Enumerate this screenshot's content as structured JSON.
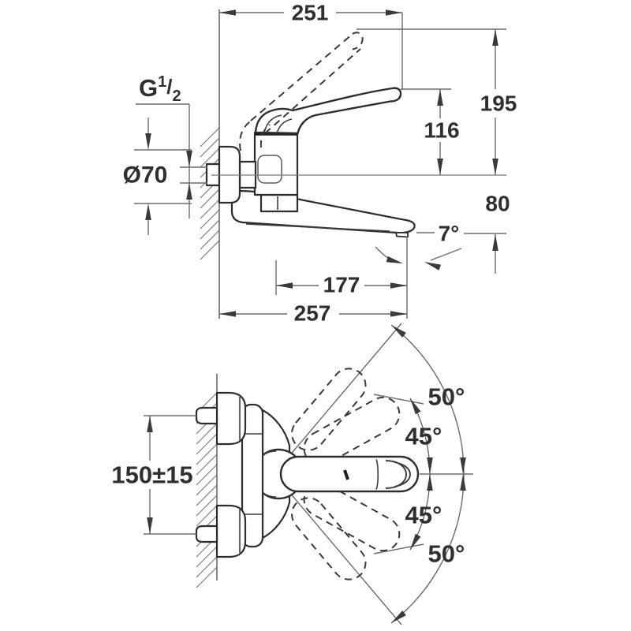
{
  "drawing_title": "wall-mounted-single-lever-faucet-dimension-drawing",
  "colors": {
    "background": "#ffffff",
    "outline": "#2d2d2d",
    "dimension_lines": "#6b6b6b",
    "text": "#2f2f2f"
  },
  "top_view": {
    "labels": {
      "width": "251",
      "height_total": "195",
      "height_lever": "116",
      "height_spout": "80",
      "spout_angle": "7°",
      "reach_spout": "177",
      "reach_total": "257",
      "flange_diameter": "Ø70"
    },
    "thread": {
      "prefix": "G",
      "numerator": "1",
      "slash": "/",
      "denominator": "2"
    }
  },
  "front_view": {
    "labels": {
      "mounting_distance": "150±15",
      "swing_upper_outer": "50°",
      "swing_upper_inner": "45°",
      "swing_lower_inner": "45°",
      "swing_lower_outer": "50°"
    }
  }
}
